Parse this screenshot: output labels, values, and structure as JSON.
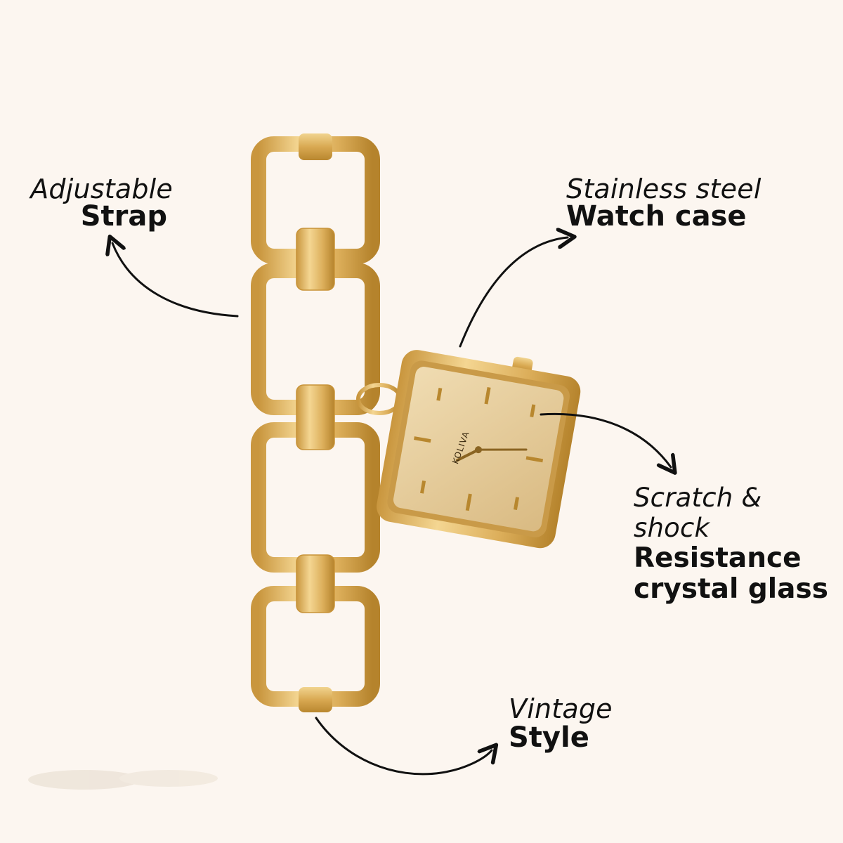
{
  "callouts": {
    "strap": {
      "light": "Adjustable",
      "bold": "Strap"
    },
    "case": {
      "light": "Stainless steel",
      "bold": "Watch case"
    },
    "glass": {
      "light1": "Scratch &",
      "light2": "shock",
      "bold1": "Resistance",
      "bold2": "crystal glass"
    },
    "style": {
      "light": "Vintage",
      "bold": "Style"
    }
  },
  "watch": {
    "brand": "KOLIVA"
  },
  "colors": {
    "background": "#fcf6f0",
    "gold": "#e2b867",
    "gold_dark": "#b8872e",
    "dial": "#e7cfa0",
    "text": "#111111"
  }
}
